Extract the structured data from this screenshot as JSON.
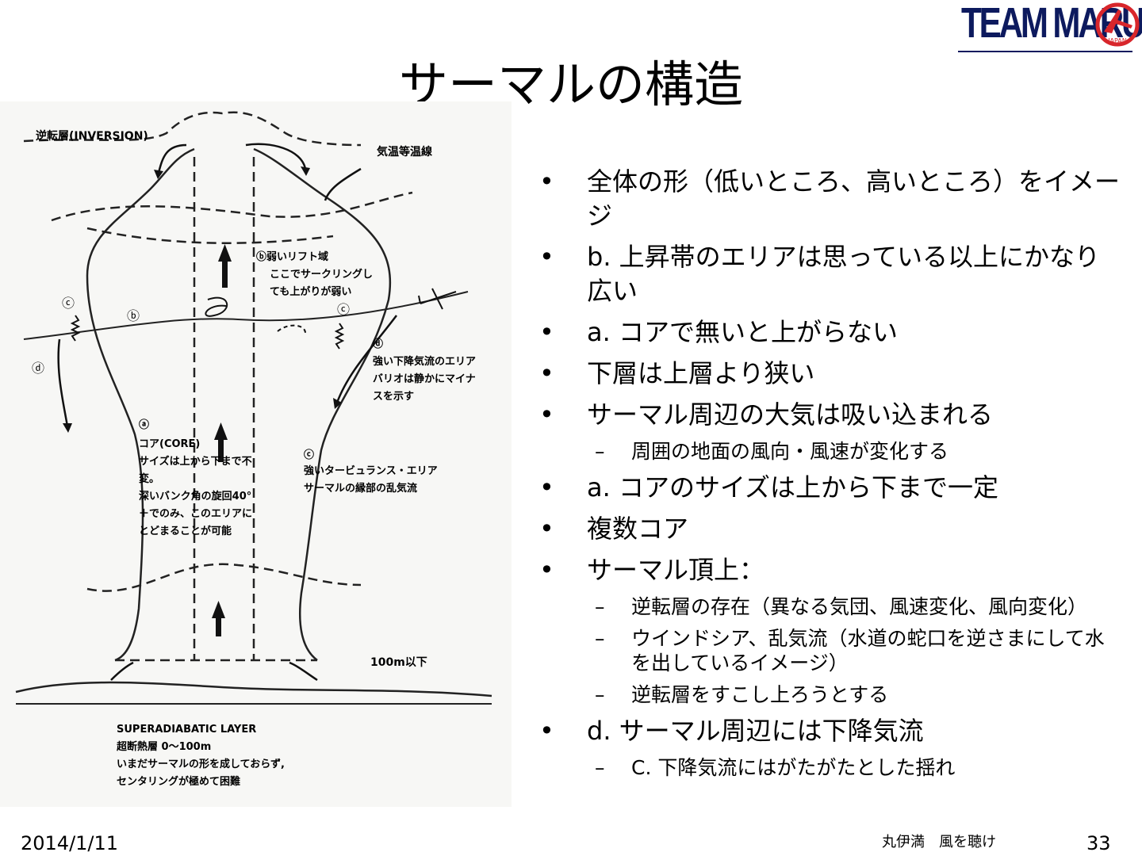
{
  "logo": {
    "text": "TEAM MARU",
    "emblem_text": "JAPAN",
    "colors": {
      "navy": "#0d1a5e",
      "red": "#d8262b"
    }
  },
  "slide": {
    "title": "サーマルの構造"
  },
  "diagram": {
    "inversion": "逆転層(INVERSION)",
    "isotherm": "気温等温線",
    "zone_b": {
      "marker": "ⓑ",
      "lines": [
        "ⓑ弱いリフト域",
        "ここでサークリングし",
        "ても上がりが弱い"
      ]
    },
    "zone_c_left": "ⓒ",
    "zone_c_right": "ⓒ",
    "zone_d_left": "ⓓ",
    "zone_d": {
      "lines": [
        "ⓓ",
        "強い下降気流のエリア",
        "バリオは静かにマイナ",
        "スを示す"
      ]
    },
    "core": {
      "lines": [
        "ⓐ",
        "コア(CORE)",
        "サイズは上から下まで不",
        "変。",
        "深いバンク角の旋回40°",
        "＋でのみ、このエリアに",
        "とどまることが可能"
      ]
    },
    "turbulence": {
      "lines": [
        "ⓒ",
        "強いタービュランス・エリア",
        "サーマルの縁部の乱気流"
      ]
    },
    "height": "100m以下",
    "superadiabatic": {
      "lines": [
        "SUPERADIABATIC LAYER",
        "超断熱層 0〜100m",
        "いまだサーマルの形を成しておらず,",
        "センタリングが極めて困難"
      ]
    }
  },
  "bullets": [
    {
      "level": 1,
      "mark": "•",
      "text": "全体の形（低いところ、高いところ）をイメージ"
    },
    {
      "level": 1,
      "mark": "•",
      "text": "b. 上昇帯のエリアは思っている以上にかなり広い"
    },
    {
      "level": 1,
      "mark": "•",
      "text": "a. コアで無いと上がらない"
    },
    {
      "level": 1,
      "mark": "•",
      "text": "下層は上層より狭い"
    },
    {
      "level": 1,
      "mark": "•",
      "text": "サーマル周辺の大気は吸い込まれる"
    },
    {
      "level": 2,
      "mark": "–",
      "text": "周囲の地面の風向・風速が変化する"
    },
    {
      "level": 1,
      "mark": "•",
      "text": "a. コアのサイズは上から下まで一定"
    },
    {
      "level": 1,
      "mark": "•",
      "text": "複数コア"
    },
    {
      "level": 1,
      "mark": "•",
      "text": "サーマル頂上："
    },
    {
      "level": 2,
      "mark": "–",
      "text": "逆転層の存在（異なる気団、風速変化、風向変化）"
    },
    {
      "level": 2,
      "mark": "–",
      "text": "ウインドシア、乱気流（水道の蛇口を逆さまにして水を出しているイメージ）"
    },
    {
      "level": 2,
      "mark": "–",
      "text": "逆転層をすこし上ろうとする"
    },
    {
      "level": 1,
      "mark": "•",
      "text": "d. サーマル周辺には下降気流"
    },
    {
      "level": 2,
      "mark": "–",
      "text": "C. 下降気流にはがたがたとした揺れ"
    }
  ],
  "footer": {
    "date": "2014/1/11",
    "author": "丸伊満　風を聴け",
    "page": "33"
  }
}
